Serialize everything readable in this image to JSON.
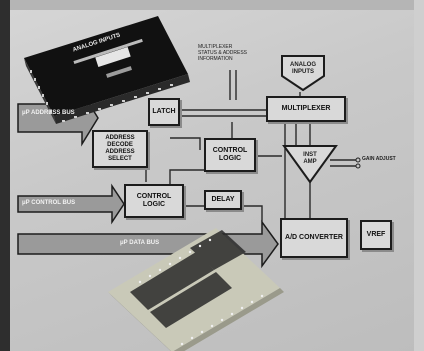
{
  "image": {
    "labels": {
      "analog_inputs_top": "ANALOG INPUTS",
      "analog_inputs_block": "ANALOG INPUTS",
      "latch": "LATCH",
      "multiplexer": "MULTIPLEXER",
      "mux_note": "MULTIPLEXER\nSTATUS & ADDRESS\nINFORMATION",
      "address_bus": "μP ADDRESS BUS",
      "address_decode": "ADDRESS DECODE ADDRESS SELECT",
      "control_logic_center": "CONTROL LOGIC",
      "inst_amp": "INST AMP",
      "gain_adjust": "GAIN ADJUST",
      "control_bus": "μP CONTROL BUS",
      "control_logic_left": "CONTROL LOGIC",
      "delay": "DELAY",
      "data_bus": "μP DATA BUS",
      "ad_converter": "A/D CONVERTER",
      "vref": "VREF"
    },
    "colors": {
      "block_fill": "#d9d9d9",
      "line": "#1c1c1c",
      "bus_fill": "#9a9a9a",
      "board_dark": "#1a1a1a",
      "board_green": "#c9c9b8"
    }
  }
}
